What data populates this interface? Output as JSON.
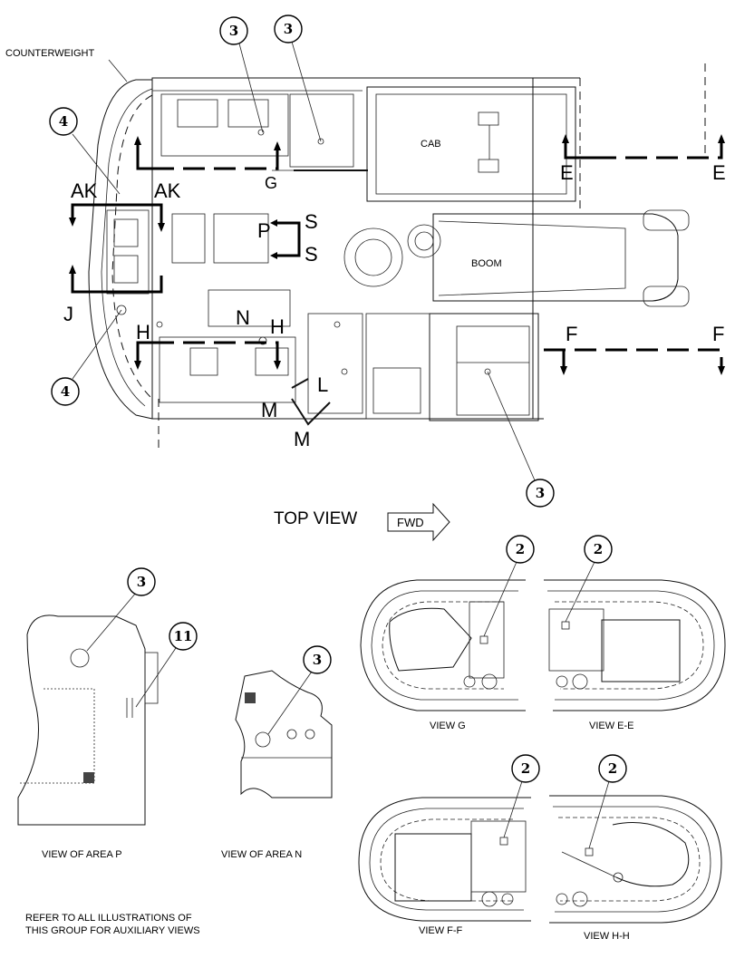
{
  "labels": {
    "counterweight": "COUNTERWEIGHT",
    "cab": "CAB",
    "boom": "BOOM",
    "top_view": "TOP VIEW",
    "fwd": "FWD",
    "view_g": "VIEW G",
    "view_ee": "VIEW E-E",
    "view_ff": "VIEW F-F",
    "view_hh": "VIEW H-H",
    "view_area_p": "VIEW OF AREA P",
    "view_area_n": "VIEW OF AREA N",
    "refer_line1": "REFER TO ALL ILLUSTRATIONS OF",
    "refer_line2": "THIS GROUP FOR AUXILIARY VIEWS"
  },
  "section_marks": {
    "ak": "AK",
    "j": "J",
    "l": "L",
    "h": "H",
    "g": "G",
    "p": "P",
    "s": "S",
    "n": "N",
    "m": "M",
    "e": "E",
    "f": "F"
  },
  "callouts": {
    "c2": "2",
    "c3": "3",
    "c4": "4",
    "c11": "11"
  }
}
